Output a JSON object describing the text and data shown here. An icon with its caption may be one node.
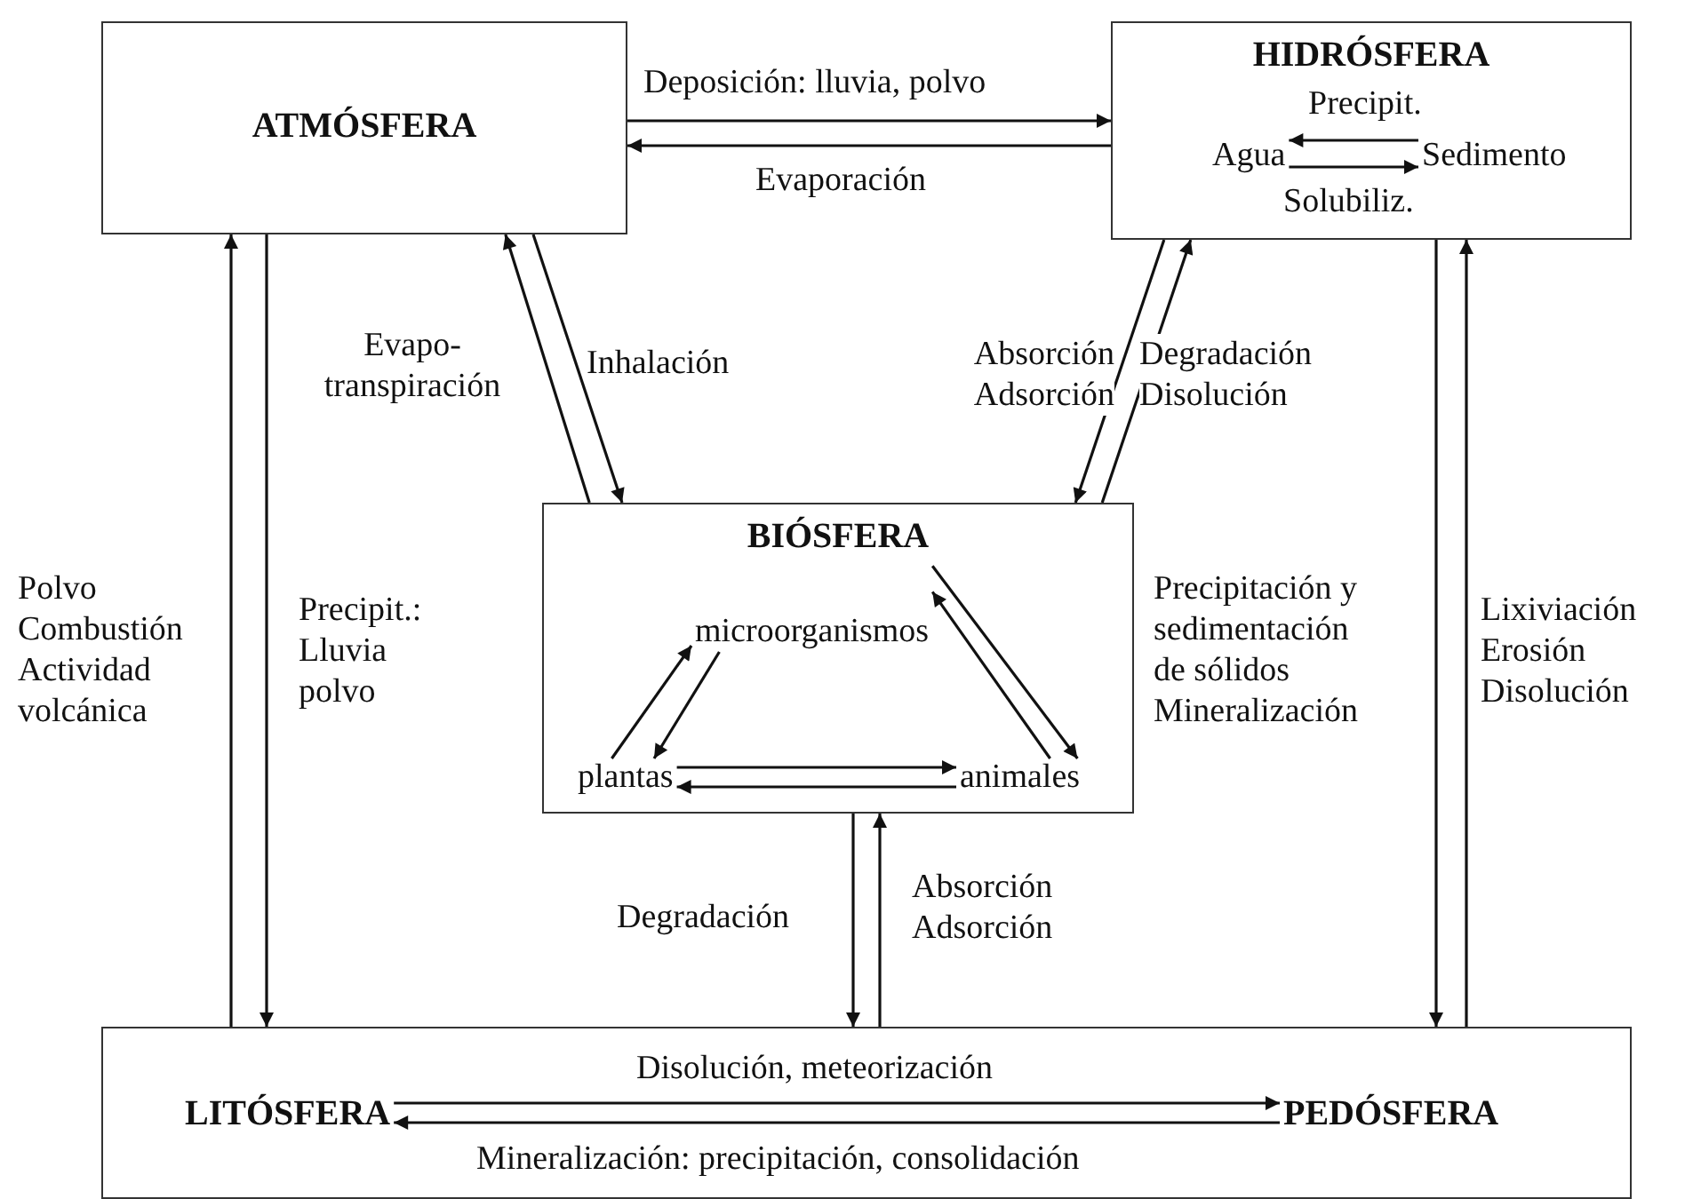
{
  "diagram": {
    "nodes": [
      {
        "text": [
          "ATMÓSFERA"
        ]
      },
      {
        "text": [
          "HIDRÓSFERA"
        ]
      },
      {
        "text": [
          "Agua"
        ],
        "in": 1
      },
      {
        "text": [
          "Sedimento"
        ],
        "in": 1
      },
      {
        "text": [
          "BIÓSFERA"
        ]
      },
      {
        "text": [
          "microorganismos"
        ],
        "in": 4
      },
      {
        "text": [
          "plantas"
        ],
        "in": 4
      },
      {
        "text": [
          "animales"
        ],
        "in": 4
      },
      {
        "text": [],
        "shape": "box"
      },
      {
        "text": [
          "LITÓSFERA"
        ],
        "in": 8
      },
      {
        "text": [
          "PEDÓSFERA"
        ],
        "in": 8
      }
    ],
    "edges": [
      {
        "from": 0,
        "to": 1,
        "arrow": "to",
        "label": "Deposición: lluvia, polvo"
      },
      {
        "from": 1,
        "to": 0,
        "arrow": "to",
        "label": "Evaporación"
      },
      {
        "from": 4,
        "to": 0,
        "arrow": "to",
        "label": "Evapo- transpiración"
      },
      {
        "from": 0,
        "to": 4,
        "arrow": "to",
        "label": "Inhalación"
      },
      {
        "from": 1,
        "to": 4,
        "arrow": "to",
        "label": "Absorción Adsorción"
      },
      {
        "from": 4,
        "to": 1,
        "arrow": "to",
        "label": "Degradación Disolución"
      },
      {
        "from": 8,
        "to": 0,
        "arrow": "to",
        "label": "Polvo Combustión Actividad volcánica"
      },
      {
        "from": 0,
        "to": 8,
        "arrow": "to",
        "label": "Precipit.: Lluvia polvo"
      },
      {
        "from": 4,
        "to": 8,
        "arrow": "to",
        "label": "Degradación"
      },
      {
        "from": 8,
        "to": 4,
        "arrow": "to",
        "label": "Absorción Adsorción"
      },
      {
        "from": 1,
        "to": 8,
        "arrow": "to",
        "label": "Precipitación y sedimentación de sólidos Mineralización"
      },
      {
        "from": 8,
        "to": 1,
        "arrow": "to",
        "label": "Lixiviación Erosión Disolución"
      },
      {
        "from": 6,
        "to": 5,
        "arrow": "to"
      },
      {
        "from": 5,
        "to": 6,
        "arrow": "to"
      },
      {
        "from": 5,
        "to": 7,
        "arrow": "to"
      },
      {
        "from": 7,
        "to": 5,
        "arrow": "to"
      },
      {
        "from": 6,
        "to": 7,
        "arrow": "to"
      },
      {
        "from": 7,
        "to": 6,
        "arrow": "to"
      },
      {
        "from": 9,
        "to": 10,
        "arrow": "to",
        "label": "Disolución, meteorización"
      },
      {
        "from": 10,
        "to": 9,
        "arrow": "to",
        "label": "Mineralización: precipitación, consolidación"
      },
      {
        "from": 3,
        "to": 2,
        "arrow": "to",
        "label": "Precipit."
      },
      {
        "from": 2,
        "to": 3,
        "arrow": "to",
        "label": "Solubiliz."
      }
    ]
  }
}
